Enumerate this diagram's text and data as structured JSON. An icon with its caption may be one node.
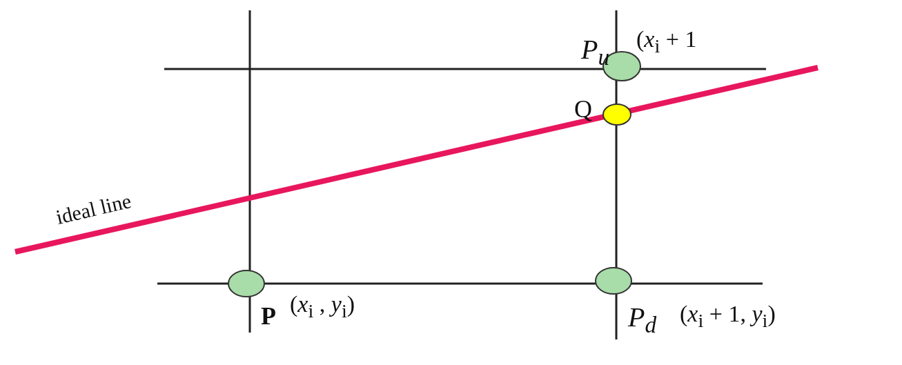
{
  "diagram": {
    "labels": [
      "P$_{u}$",
      "(*x*$_{i}$ + 1",
      "Q",
      "ideal line",
      "P",
      "(*x*$_{i}$ , *y*$_{i}$)",
      "P$_{d}$",
      "(*x*$_{i}$ + 1, *y*$_{i}$)"
    ]
  }
}
